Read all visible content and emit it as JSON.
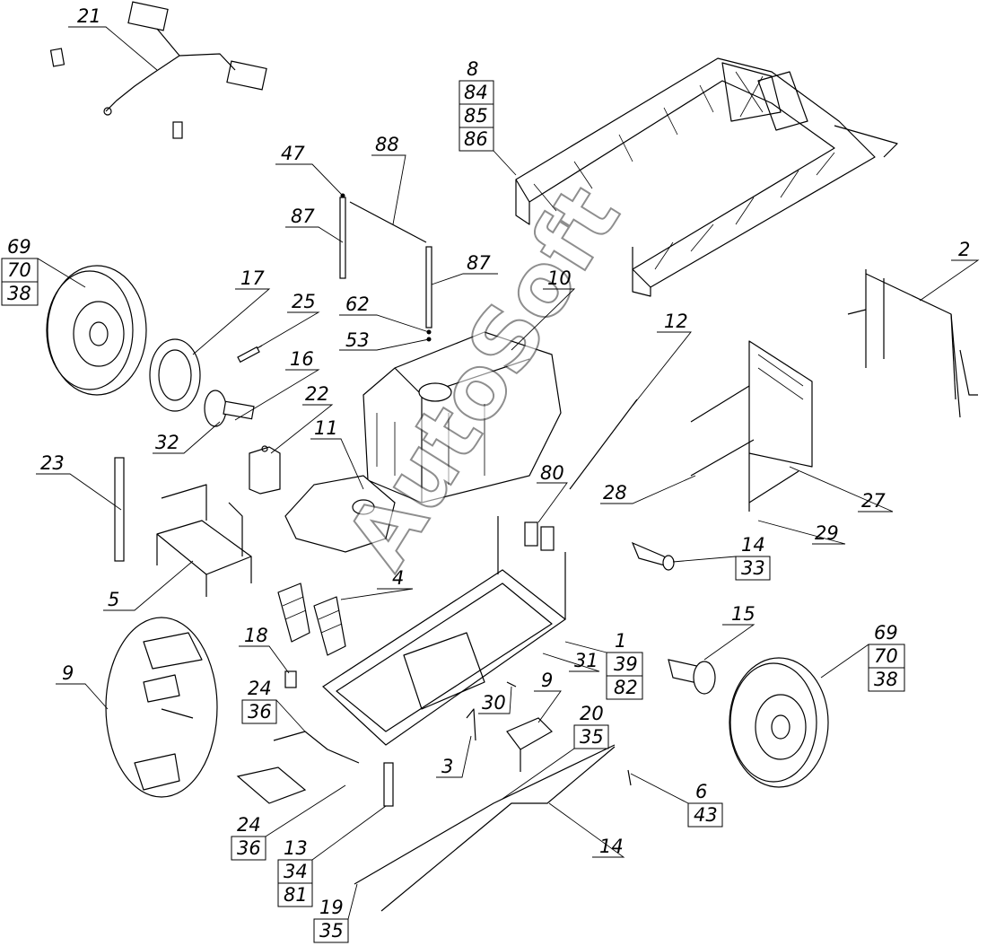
{
  "watermark": "AutoSoft",
  "callouts": {
    "c21": "21",
    "c8": "8",
    "c84": "84",
    "c85": "85",
    "c86": "86",
    "c47": "47",
    "c88": "88",
    "c87a": "87",
    "c87b": "87",
    "c62": "62",
    "c53": "53",
    "c69a": "69",
    "c70a": "70",
    "c38a": "38",
    "c17": "17",
    "c25": "25",
    "c16": "16",
    "c32": "32",
    "c10": "10",
    "c12": "12",
    "c2": "2",
    "c22": "22",
    "c11": "11",
    "c23": "23",
    "c5": "5",
    "c80": "80",
    "c28": "28",
    "c27": "27",
    "c29": "29",
    "c4": "4",
    "c14a": "14",
    "c33": "33",
    "c18": "18",
    "c9a": "9",
    "c9b": "9",
    "c1": "1",
    "c39": "39",
    "c82": "82",
    "c31": "31",
    "c15": "15",
    "c69b": "69",
    "c70b": "70",
    "c38b": "38",
    "c24a": "24",
    "c36a": "36",
    "c30": "30",
    "c20": "20",
    "c35a": "35",
    "c3": "3",
    "c6": "6",
    "c43": "43",
    "c24b": "24",
    "c36b": "36",
    "c13": "13",
    "c34": "34",
    "c81": "81",
    "c14b": "14",
    "c19": "19",
    "c35b": "35"
  }
}
